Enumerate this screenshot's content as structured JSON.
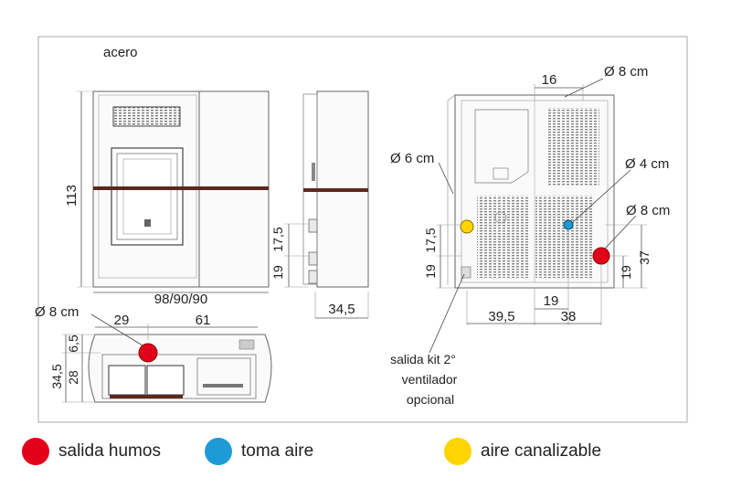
{
  "material": "acero",
  "front_view": {
    "height": "113",
    "width": "98/90/90"
  },
  "side_view": {
    "dim_upper": "17,5",
    "dim_lower": "19",
    "depth": "34,5"
  },
  "top_view": {
    "flue_diameter": "Ø 8 cm",
    "dim_left": "29",
    "dim_right": "61",
    "dim_6_5": "6,5",
    "dim_34_5": "34,5",
    "dim_28": "28"
  },
  "rear_view": {
    "top_dim": "16",
    "top_diameter": "Ø 8 cm",
    "left_diameter": "Ø 6 cm",
    "mid_diameter": "Ø 4 cm",
    "right_diameter": "Ø 8 cm",
    "left_dim_upper": "17,5",
    "left_dim_lower": "19",
    "right_dim_19": "19",
    "right_dim_37": "37",
    "bottom_dim_19": "19",
    "bottom_dim_39_5": "39,5",
    "bottom_dim_38": "38",
    "kit_note": [
      "salida kit 2°",
      "ventilador",
      "opcional"
    ]
  },
  "legend": [
    {
      "label": "salida humos",
      "color": "#e3001b"
    },
    {
      "label": "toma aire",
      "color": "#1e9ad6"
    },
    {
      "label": "aire canalizable",
      "color": "#ffd400"
    }
  ],
  "colors": {
    "band": "#5a2a1e",
    "outline": "#555555",
    "frame": "#999999"
  }
}
